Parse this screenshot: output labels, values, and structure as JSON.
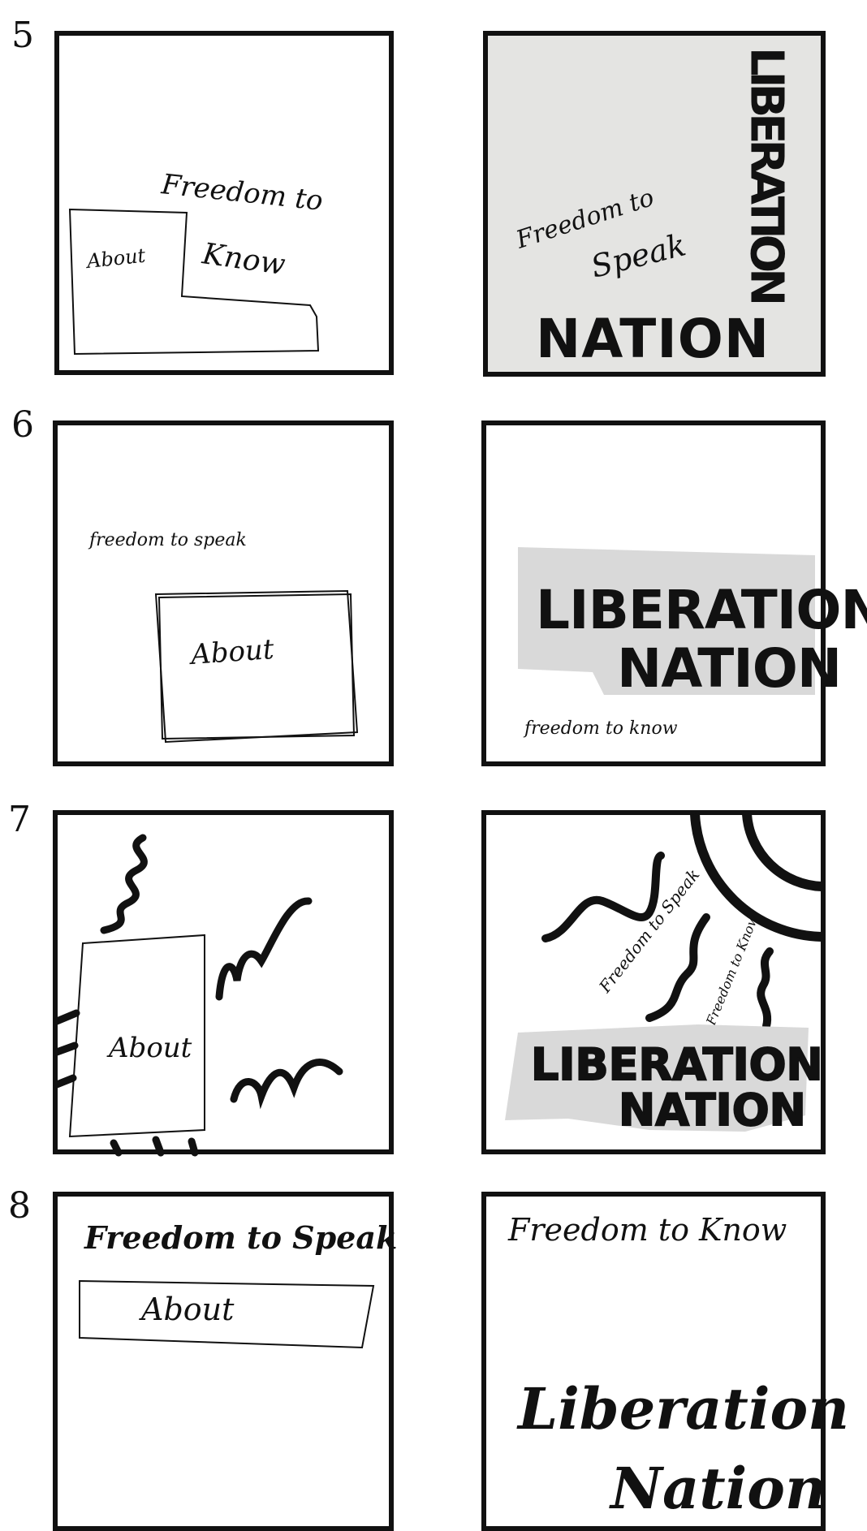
{
  "rows": [
    {
      "number": "5",
      "left": {
        "text1": "Freedom to",
        "text2": "Know",
        "label": "About"
      },
      "right": {
        "text1": "Freedom to",
        "text2": "Speak",
        "bottom": "NATION",
        "vertical": "LIBERATION"
      }
    },
    {
      "number": "6",
      "left": {
        "text": "freedom to speak",
        "label": "About"
      },
      "right": {
        "title1": "LIBERATION",
        "title2": "NATION",
        "text": "freedom to know"
      }
    },
    {
      "number": "7",
      "left": {
        "label": "About"
      },
      "right": {
        "text1": "Freedom to Speak",
        "text2": "Freedom to Know",
        "title1": "LIBERATION",
        "title2": "NATION"
      }
    },
    {
      "number": "8",
      "left": {
        "text": "Freedom to Speak",
        "label": "About"
      },
      "right": {
        "text": "Freedom to Know",
        "title1": "Liberation",
        "title2": "Nation"
      }
    }
  ],
  "colors": {
    "ink": "#111111",
    "paper": "#ffffff",
    "photo": "#d9d9d9"
  }
}
